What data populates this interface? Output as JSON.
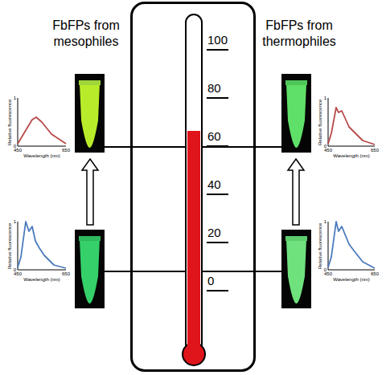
{
  "diagram": {
    "nodes": [
      {
        "text": [
          "100",
          "80",
          "60",
          "40",
          "20",
          "0"
        ]
      }
    ],
    "labels": [
      "FbFPs from mesophiles",
      "FbFPs from thermophiles",
      "1",
      "Relative fluorescence",
      "0",
      "450",
      "Wavelength (nm)",
      "650",
      "1",
      "Relative fluorescence",
      "0",
      "450",
      "Wavelength (nm)",
      "650",
      "1",
      "Relative fluorescence",
      "0",
      "450",
      "Wavelength (nm)",
      "650",
      "1",
      "Relative fluorescence",
      "0",
      "450",
      "Wavelength (nm)",
      "650"
    ]
  }
}
